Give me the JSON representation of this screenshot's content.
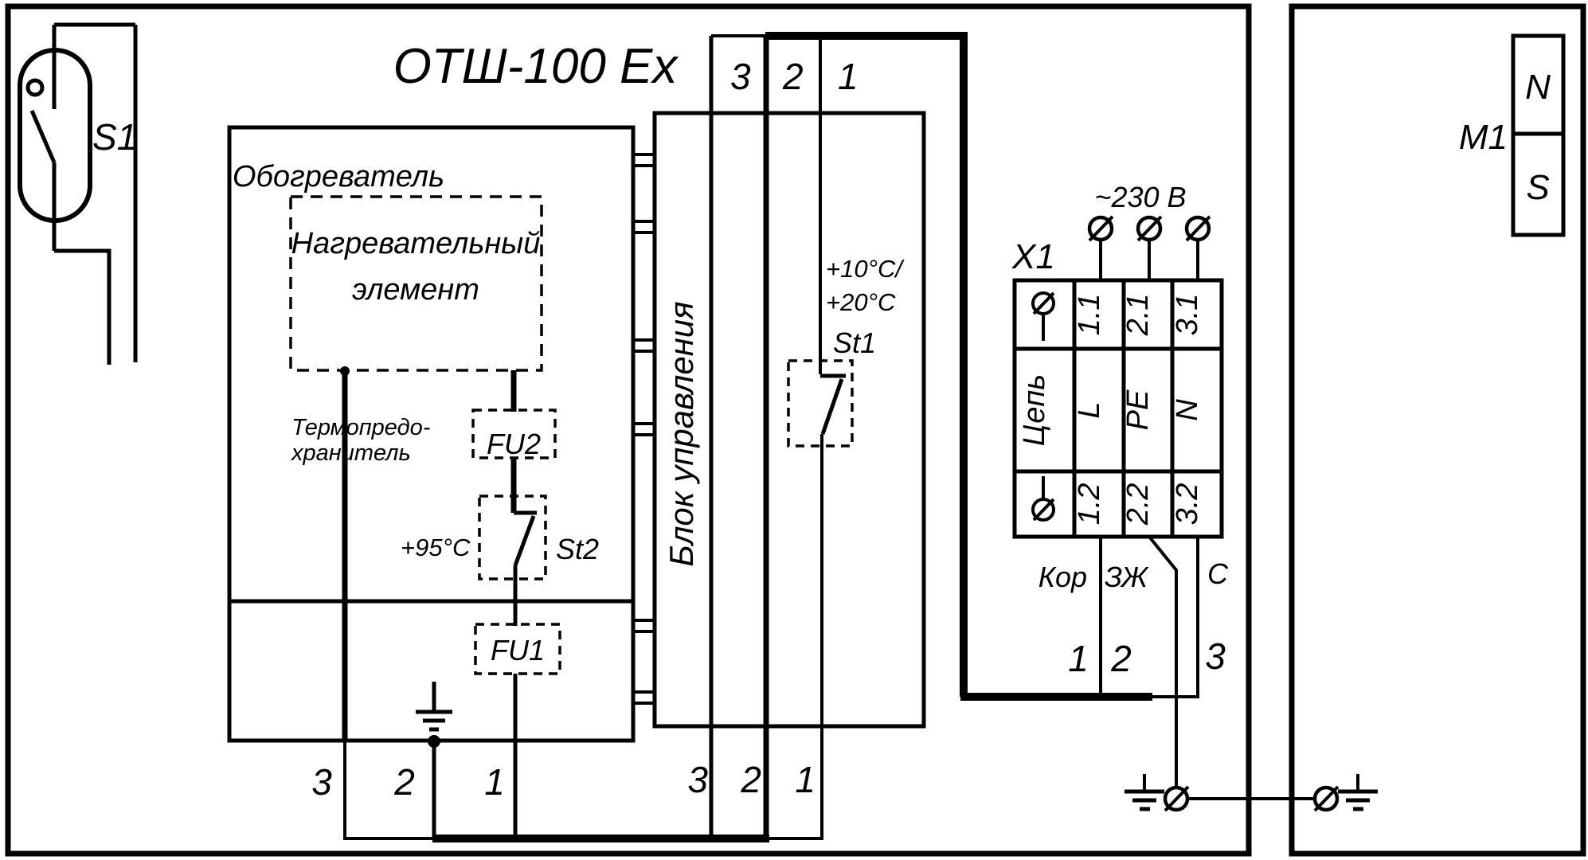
{
  "diagram": {
    "title": "ОТШ-100 Ex",
    "s1": {
      "label": "S1"
    },
    "heater": {
      "label": "Обогреватель",
      "element_line1": "Нагревательный",
      "element_line2": "элемент",
      "thermal_fuse_line1": "Термопредо-",
      "thermal_fuse_line2": "хранитель",
      "fu2": "FU2",
      "fu1": "FU1",
      "st2": "St2",
      "st2_temp": "+95°С",
      "terminals": [
        "3",
        "2",
        "1"
      ]
    },
    "control_block": {
      "label": "Блок управления",
      "top_terminals": [
        "3",
        "2",
        "1"
      ],
      "bottom_terminals": [
        "3",
        "2",
        "1"
      ],
      "st1": "St1",
      "st1_temp_line1": "+10°С/",
      "st1_temp_line2": "+20°С"
    },
    "x1": {
      "label": "X1",
      "supply": "~230 В",
      "row_top": [
        "1.1",
        "2.1",
        "3.1"
      ],
      "row_mid_header": "Цепь",
      "row_mid": [
        "L",
        "PE",
        "N"
      ],
      "row_bottom": [
        "1.2",
        "2.2",
        "3.2"
      ],
      "wire_colors": [
        "Кор",
        "ЗЖ",
        "С"
      ],
      "wire_numbers": [
        "1",
        "2",
        "3"
      ]
    },
    "magnet": {
      "label": "M1",
      "north": "N",
      "south": "S"
    }
  }
}
